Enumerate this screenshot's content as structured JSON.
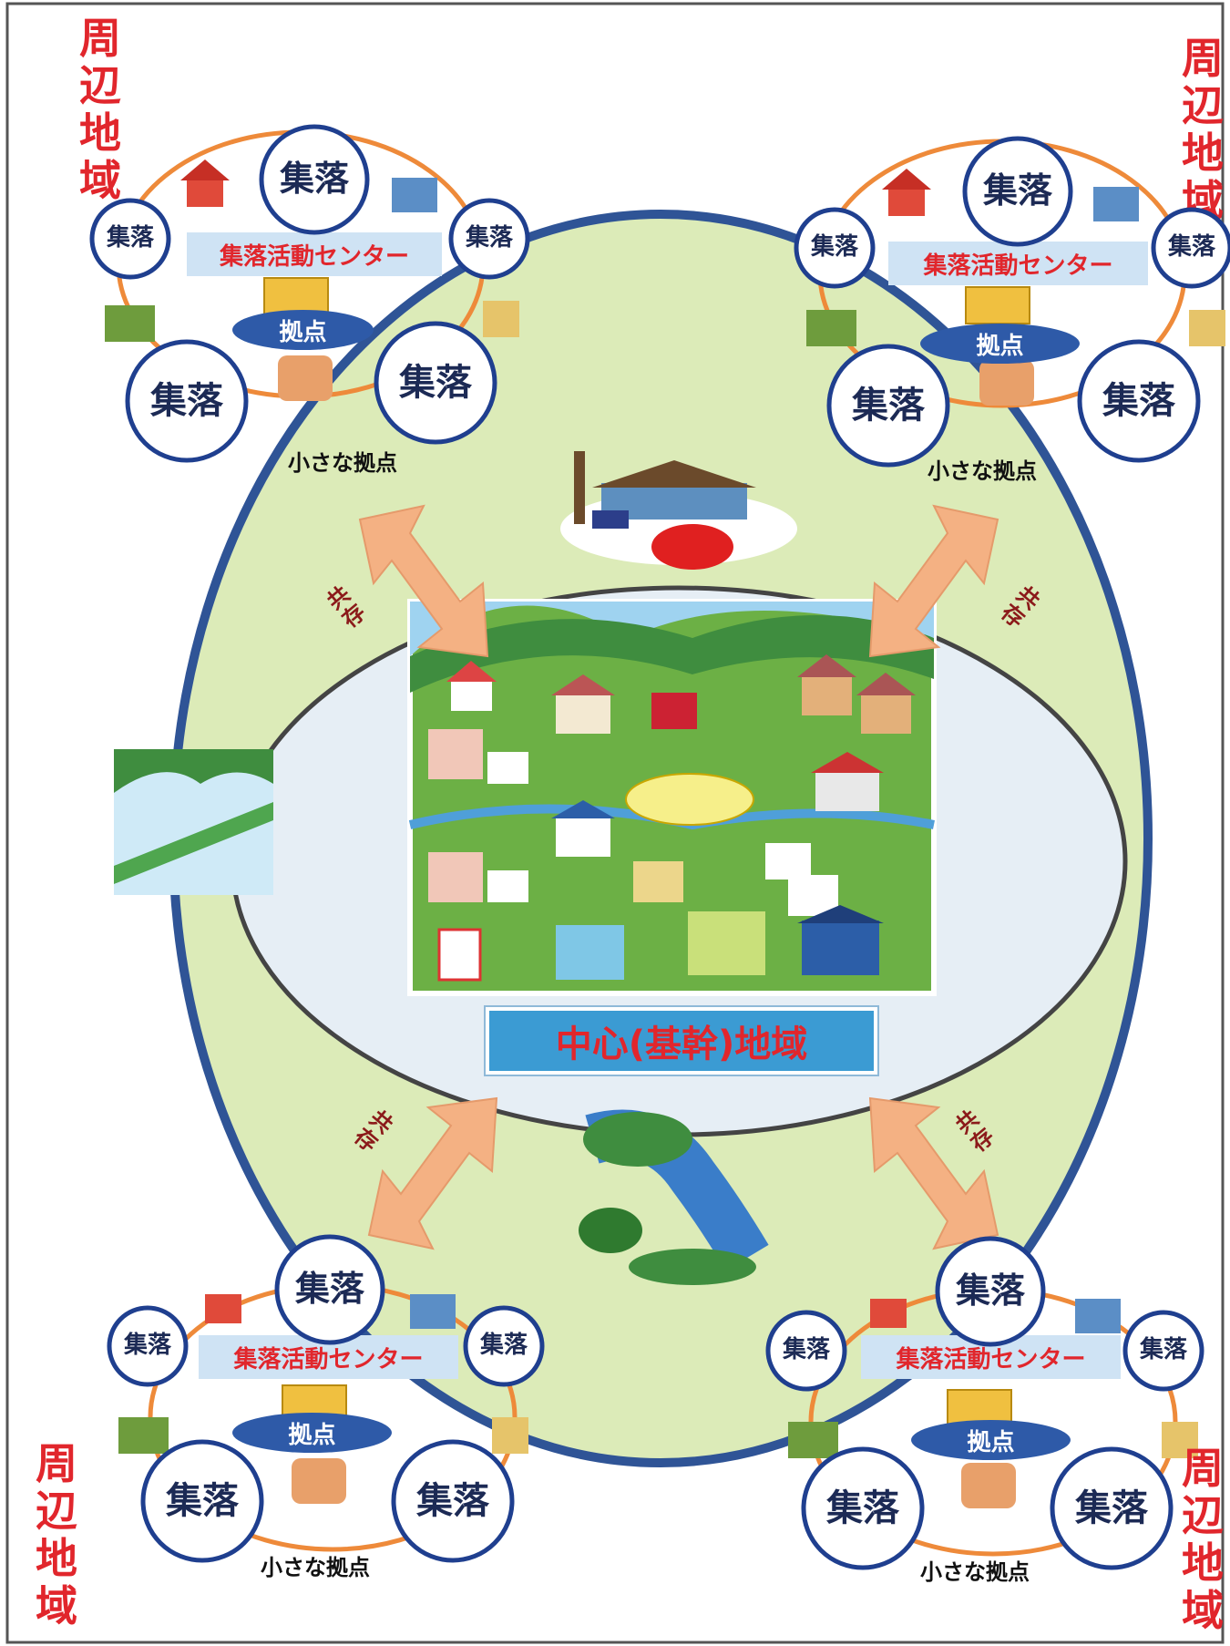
{
  "corner_label": "周辺地域",
  "center_label": "中心(基幹)地域",
  "coexist_label": "共存",
  "settlement_label": "集落",
  "center_bar_label": "集落活動センター",
  "hub_label": "拠点",
  "small_hub_label": "小さな拠点",
  "colors": {
    "outer_green": "#dcebb8",
    "inner_light": "#e6eef5",
    "ring_blue": "#2f5496",
    "ring_orange": "#ee8a3a",
    "circle_blue": "#1f3f8f",
    "red_text": "#e1262c",
    "arrow": "#f4b183"
  },
  "icons": [
    "house-icon",
    "school-icon",
    "people-icon",
    "rice-field-icon",
    "roadside-station-icon",
    "river-icon",
    "town-icon"
  ]
}
